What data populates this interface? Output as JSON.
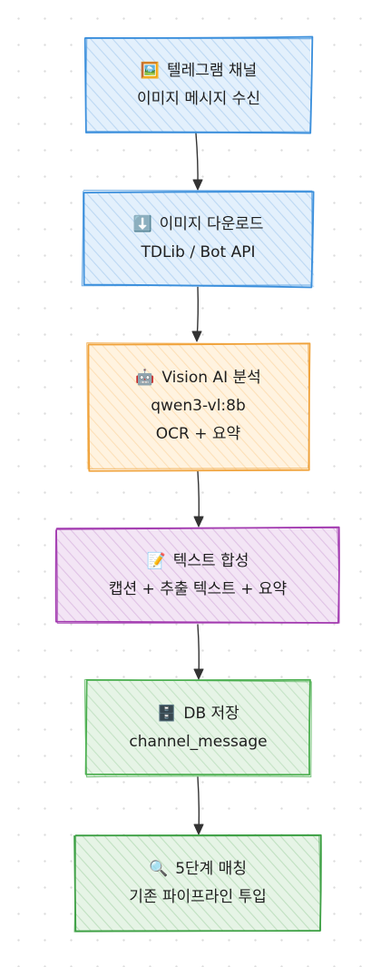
{
  "nodes": [
    {
      "id": "n1",
      "emoji": "🖼️",
      "icon_name": "image-icon",
      "lines": [
        "텔레그램 채널",
        "이미지 메시지 수신"
      ],
      "fill": "#e3f0fc",
      "stroke": "#3b8fdc",
      "hatch": "#bcd8f3"
    },
    {
      "id": "n2",
      "emoji": "⬇️",
      "icon_name": "download-icon",
      "lines": [
        "이미지 다운로드",
        "TDLib / Bot API"
      ],
      "fill": "#e3f0fc",
      "stroke": "#3b8fdc",
      "hatch": "#bcd8f3"
    },
    {
      "id": "n3",
      "emoji": "🤖",
      "icon_name": "robot-icon",
      "lines": [
        "Vision AI 분석",
        "qwen3-vl:8b",
        "OCR + 요약"
      ],
      "fill": "#fff3e0",
      "stroke": "#f0a23a",
      "hatch": "#fde0b8"
    },
    {
      "id": "n4",
      "emoji": "📝",
      "icon_name": "memo-icon",
      "lines": [
        "텍스트 합성",
        "캡션 + 추출 텍스트 + 요약"
      ],
      "fill": "#f3e5f5",
      "stroke": "#a33bb0",
      "hatch": "#dfc2e5"
    },
    {
      "id": "n5",
      "emoji": "🗄️",
      "icon_name": "database-icon",
      "lines": [
        "DB 저장",
        "channel_message"
      ],
      "fill": "#e6f4e6",
      "stroke": "#4caf50",
      "hatch": "#c5e3c6"
    },
    {
      "id": "n6",
      "emoji": "🔍",
      "icon_name": "magnifier-icon",
      "lines": [
        "5단계 매칭",
        "기존 파이프라인 투입"
      ],
      "fill": "#e6f4e6",
      "stroke": "#3da044",
      "hatch": "#c0e0c1"
    }
  ],
  "edges": [
    {
      "from": "n1",
      "to": "n2"
    },
    {
      "from": "n2",
      "to": "n3"
    },
    {
      "from": "n3",
      "to": "n4"
    },
    {
      "from": "n4",
      "to": "n5"
    },
    {
      "from": "n5",
      "to": "n6"
    }
  ]
}
